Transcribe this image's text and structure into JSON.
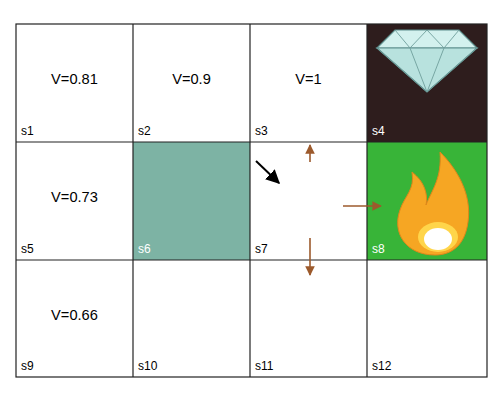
{
  "diagram": {
    "nodes": [
      {
        "text": [
          "V=0.81",
          "s1"
        ]
      },
      {
        "text": [
          "V=0.9",
          "s2"
        ]
      },
      {
        "text": [
          "V=1",
          "s3"
        ]
      },
      {
        "text": [
          "s4"
        ]
      },
      {
        "text": [
          "V=0.73",
          "s5"
        ]
      },
      {
        "text": [
          "s6"
        ]
      },
      {
        "text": [
          "s7"
        ]
      },
      {
        "text": [
          "s8"
        ]
      },
      {
        "text": [
          "V=0.66",
          "s9"
        ]
      },
      {
        "text": [
          "s10"
        ]
      },
      {
        "text": [
          "s11"
        ]
      },
      {
        "text": [
          "s12"
        ]
      }
    ]
  }
}
